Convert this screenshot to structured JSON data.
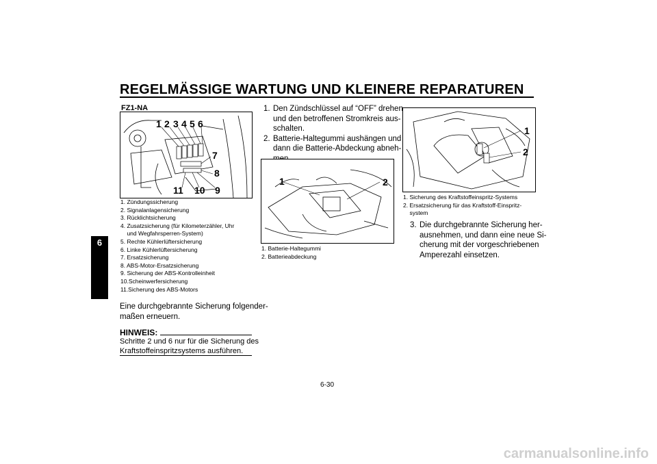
{
  "header": {
    "title": "REGELMÄSSIGE WARTUNG UND KLEINERE REPARATUREN",
    "chapter_tab": "6"
  },
  "left": {
    "model": "FZ1-NA",
    "figure_callouts": [
      "1",
      "2",
      "3",
      "4",
      "5",
      "6",
      "7",
      "8",
      "9",
      "10",
      "11"
    ],
    "captions": [
      "1. Zündungssicherung",
      "2. Signalanlagensicherung",
      "3. Rücklichtsicherung",
      "4. Zusatzsicherung (für Kilometerzähler, Uhr",
      "    und Wegfahrsperren-System)",
      "5. Rechte Kühlerlüftersicherung",
      "6. Linke Kühlerlüftersicherung",
      "7. Ersatzsicherung",
      "8. ABS-Motor-Ersatzsicherung",
      "9. Sicherung der ABS-Kontrolleinheit",
      "10.Scheinwerfersicherung",
      "11.Sicherung des ABS-Motors"
    ],
    "body_line1": "Eine durchgebrannte Sicherung folgender-",
    "body_line2": "maßen erneuern.",
    "note_label": "HINWEIS:",
    "note_line1": "Schritte 2 und 6 nur für die Sicherung des",
    "note_line2": "Kraftstoffeinspritzsystems ausführen."
  },
  "middle": {
    "steps": [
      {
        "num": "1.",
        "lines": [
          "Den Zündschlüssel auf “OFF” drehen",
          "und den betroffenen Stromkreis aus-",
          "schalten."
        ]
      },
      {
        "num": "2.",
        "lines": [
          "Batterie-Haltegummi aushängen und",
          "dann die Batterie-Abdeckung abneh-",
          "men."
        ]
      }
    ],
    "figure_callouts": [
      "1",
      "2"
    ],
    "captions": [
      "1. Batterie-Haltegummi",
      "2. Batterieabdeckung"
    ]
  },
  "right": {
    "figure_callouts": [
      "1",
      "2"
    ],
    "captions": [
      "1. Sicherung des Kraftstoffeinspritz-Systems",
      "2. Ersatzsicherung für das Kraftstoff-Einspritz-",
      "    system"
    ],
    "step": {
      "num": "3.",
      "lines": [
        "Die durchgebrannte Sicherung her-",
        "ausnehmen, und dann eine neue Si-",
        "cherung mit der vorgeschriebenen",
        "Amperezahl einsetzen."
      ]
    }
  },
  "footer": {
    "page_number": "6-30",
    "watermark": "carmanualsonline.info"
  }
}
